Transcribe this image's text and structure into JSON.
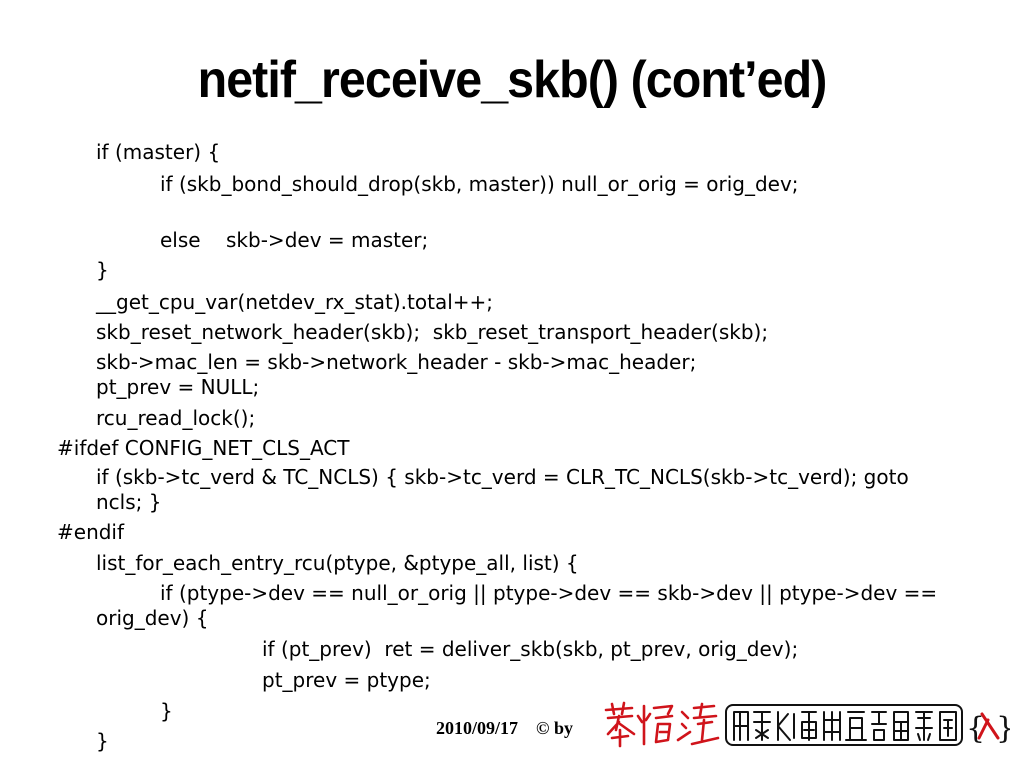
{
  "slide": {
    "title": "netif_receive_skb() (cont’ed)",
    "lines": [
      "if (master) {",
      "if (skb_bond_should_drop(skb, master))  null_or_orig = orig_dev;",
      "else    skb->dev = master;",
      "}",
      "__get_cpu_var(netdev_rx_stat).total++;",
      "skb_reset_network_header(skb);  skb_reset_transport_header(skb);",
      "skb->mac_len = skb->network_header - skb->mac_header;",
      "pt_prev = NULL;",
      "rcu_read_lock();",
      "#ifdef CONFIG_NET_CLS_ACT",
      "if (skb->tc_verd & TC_NCLS) { skb->tc_verd = CLR_TC_NCLS(skb->tc_verd);  goto ncls; }",
      "#endif",
      "list_for_each_entry_rcu(ptype, &ptype_all, list) {",
      "if (ptype->dev == null_or_orig || ptype->dev == skb->dev || ptype->dev == orig_dev) {",
      "if (pt_prev)  ret = deliver_skb(skb, pt_prev, orig_dev);",
      "pt_prev = ptype;",
      "}",
      "}"
    ]
  },
  "footer": {
    "date": "2010/09/17",
    "copyright": "© by",
    "logo_text": "蔡燿達 嵌入式系統軟體實驗室 {\\}"
  }
}
